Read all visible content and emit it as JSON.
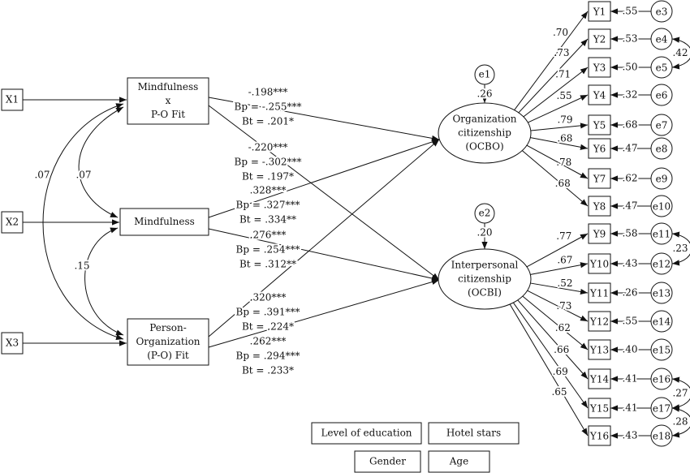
{
  "observed_predictors": [
    "X1",
    "X2",
    "X3"
  ],
  "constructs": {
    "interaction": [
      "Mindfulness",
      "x",
      "P-O Fit"
    ],
    "mindfulness": [
      "Mindfulness"
    ],
    "po_fit": [
      "Person-",
      "Organization",
      "(P-O) Fit"
    ]
  },
  "correlations": {
    "interaction_po": ".07",
    "interaction_mind": ".07",
    "mind_po": ".15"
  },
  "paths": [
    {
      "from": "interaction",
      "to": "OCBO",
      "lines": [
        "-.198***",
        "Bp = -.255***",
        "Bt = .201*"
      ]
    },
    {
      "from": "interaction",
      "to": "OCBI",
      "lines": [
        "-.220***",
        "Bp = -.302***",
        "Bt = .197*"
      ]
    },
    {
      "from": "mindfulness",
      "to": "OCBO",
      "lines": [
        ".328***",
        "Bp = .327***",
        "Bt = .334**"
      ]
    },
    {
      "from": "mindfulness",
      "to": "OCBI",
      "lines": [
        ".276***",
        "Bp = .254***",
        "Bt = .312**"
      ]
    },
    {
      "from": "po_fit",
      "to": "OCBO",
      "lines": [
        ".320***",
        "Bp = .391***",
        "Bt = .224*"
      ]
    },
    {
      "from": "po_fit",
      "to": "OCBI",
      "lines": [
        ".262***",
        "Bp = .294***",
        "Bt = .233*"
      ]
    }
  ],
  "outcomes": {
    "OCBO": {
      "lines": [
        "Organization",
        "citizenship",
        "(OCBO)"
      ],
      "error": "e1",
      "r2": ".26"
    },
    "OCBI": {
      "lines": [
        "Interpersonal",
        "citizenship",
        "(OCBI)"
      ],
      "error": "e2",
      "r2": ".20"
    }
  },
  "indicators": [
    {
      "name": "Y1",
      "loading": ".70",
      "error": "e3",
      "err_value": ".55",
      "factor": "OCBO"
    },
    {
      "name": "Y2",
      "loading": ".73",
      "error": "e4",
      "err_value": ".53",
      "factor": "OCBO"
    },
    {
      "name": "Y3",
      "loading": ".71",
      "error": "e5",
      "err_value": ".50",
      "factor": "OCBO"
    },
    {
      "name": "Y4",
      "loading": ".55",
      "error": "e6",
      "err_value": ".32",
      "factor": "OCBO"
    },
    {
      "name": "Y5",
      "loading": ".79",
      "error": "e7",
      "err_value": ".68",
      "factor": "OCBO"
    },
    {
      "name": "Y6",
      "loading": ".68",
      "error": "e8",
      "err_value": ".47",
      "factor": "OCBO"
    },
    {
      "name": "Y7",
      "loading": ".78",
      "error": "e9",
      "err_value": ".62",
      "factor": "OCBO"
    },
    {
      "name": "Y8",
      "loading": ".68",
      "error": "e10",
      "err_value": ".47",
      "factor": "OCBO"
    },
    {
      "name": "Y9",
      "loading": ".77",
      "error": "e11",
      "err_value": ".58",
      "factor": "OCBI"
    },
    {
      "name": "Y10",
      "loading": ".67",
      "error": "e12",
      "err_value": ".43",
      "factor": "OCBI"
    },
    {
      "name": "Y11",
      "loading": ".52",
      "error": "e13",
      "err_value": ".26",
      "factor": "OCBI"
    },
    {
      "name": "Y12",
      "loading": ".73",
      "error": "e14",
      "err_value": ".55",
      "factor": "OCBI"
    },
    {
      "name": "Y13",
      "loading": ".62",
      "error": "e15",
      "err_value": ".40",
      "factor": "OCBI"
    },
    {
      "name": "Y14",
      "loading": ".66",
      "error": "e16",
      "err_value": ".41",
      "factor": "OCBI"
    },
    {
      "name": "Y15",
      "loading": ".69",
      "error": "e17",
      "err_value": ".41",
      "factor": "OCBI"
    },
    {
      "name": "Y16",
      "loading": ".65",
      "error": "e18",
      "err_value": ".43",
      "factor": "OCBI"
    }
  ],
  "error_covariances": [
    {
      "between": [
        "e4",
        "e5"
      ],
      "value": ".42"
    },
    {
      "between": [
        "e11",
        "e12"
      ],
      "value": ".23"
    },
    {
      "between": [
        "e16",
        "e17"
      ],
      "value": ".27"
    },
    {
      "between": [
        "e17",
        "e18"
      ],
      "value": ".28"
    }
  ],
  "controls": [
    "Level of education",
    "Hotel stars",
    "Gender",
    "Age"
  ]
}
